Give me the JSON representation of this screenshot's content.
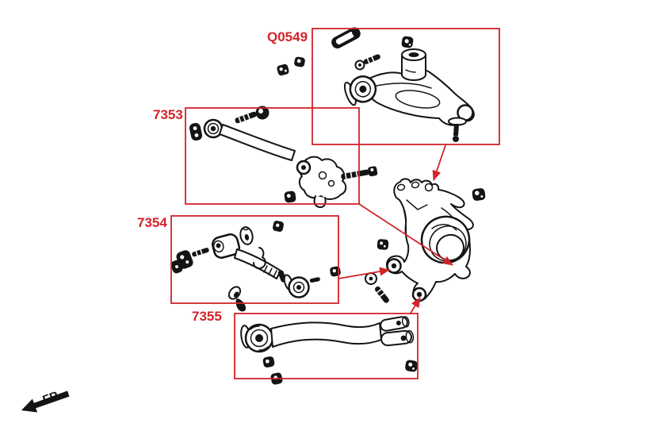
{
  "labels": {
    "q0549": "Q0549",
    "n7353": "7353",
    "n7354": "7354",
    "n7355": "7355",
    "fr": "FR."
  },
  "colors": {
    "callout_red": "#d2232a",
    "ink": "#141414",
    "paper": "#ffffff"
  }
}
